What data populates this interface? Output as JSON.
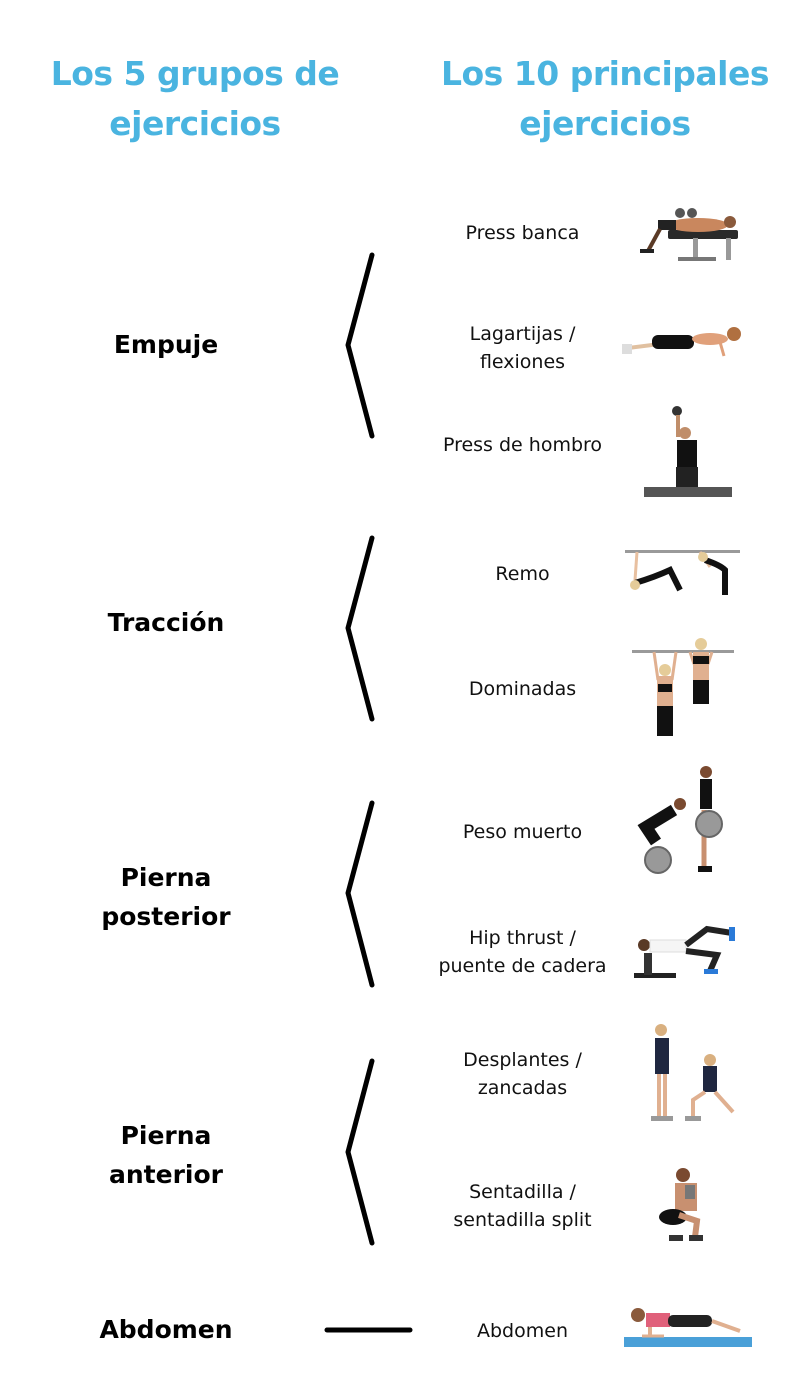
{
  "headings": {
    "left": "Los 5 grupos de ejercicios",
    "right": "Los 10 principales ejercicios"
  },
  "colors": {
    "heading": "#4ab4e0",
    "text": "#000000",
    "bracket": "#000000"
  },
  "groups": [
    {
      "label": "Empuje",
      "exercises": [
        "Press banca",
        "Lagartijas / flexiones",
        "Press de hombro"
      ]
    },
    {
      "label": "Tracción",
      "exercises": [
        "Remo",
        "Dominadas"
      ]
    },
    {
      "label": "Pierna posterior",
      "exercises": [
        "Peso muerto",
        "Hip thrust / puente de cadera"
      ]
    },
    {
      "label": "Pierna anterior",
      "exercises": [
        "Desplantes / zancadas",
        "Sentadilla / sentadilla split"
      ]
    },
    {
      "label": "Abdomen",
      "exercises": [
        "Abdomen"
      ]
    }
  ],
  "exercises": [
    {
      "label": "Press banca",
      "image": "bench-press-photo"
    },
    {
      "label": "Lagartijas / flexiones",
      "image": "push-up-photo"
    },
    {
      "label": "Press de hombro",
      "image": "shoulder-press-photo"
    },
    {
      "label": "Remo",
      "image": "inverted-row-photo"
    },
    {
      "label": "Dominadas",
      "image": "pull-up-photo"
    },
    {
      "label": "Peso muerto",
      "image": "deadlift-photo"
    },
    {
      "label": "Hip thrust / puente de cadera",
      "image": "hip-thrust-photo"
    },
    {
      "label": "Desplantes / zancadas",
      "image": "lunge-photo"
    },
    {
      "label": "Sentadilla / sentadilla split",
      "image": "squat-photo"
    },
    {
      "label": "Abdomen",
      "image": "plank-photo"
    }
  ]
}
